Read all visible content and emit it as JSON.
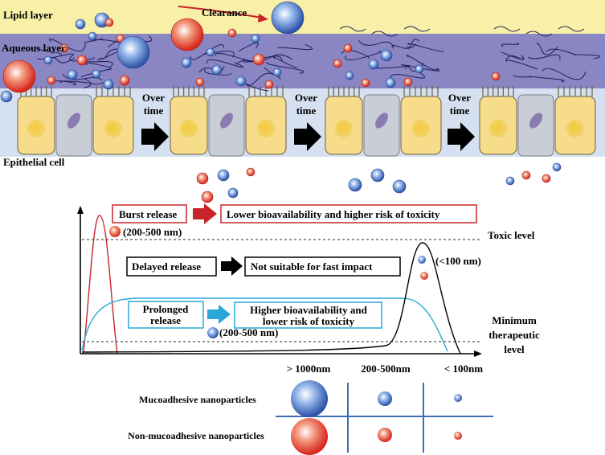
{
  "top": {
    "layers": {
      "lipid": "Lipid layer",
      "aqueous": "Aqueous layer",
      "epithelial": "Epithelial cell"
    },
    "clearance": "Clearance",
    "over_time": [
      "Over",
      "time"
    ]
  },
  "graph": {
    "burst": {
      "label": "Burst release",
      "effect": "Lower bioavailability and higher risk of toxicity",
      "size": "(200-500 nm)"
    },
    "delayed": {
      "label": "Delayed release",
      "effect": "Not suitable for fast impact",
      "size": "(<100 nm)"
    },
    "prolonged": {
      "label_lines": [
        "Prolonged",
        "release"
      ],
      "effect_lines": [
        "Higher bioavailability and",
        "lower risk of toxicity"
      ],
      "size": "(200-500 nm)"
    },
    "toxic_level": "Toxic level",
    "min_level_lines": [
      "Minimum",
      "therapeutic",
      "level"
    ]
  },
  "table": {
    "columns": [
      "> 1000nm",
      "200-500nm",
      "< 100nm"
    ],
    "rows": [
      "Mucoadhesive nanoparticles",
      "Non-mucoadhesive nanoparticles"
    ]
  },
  "colors": {
    "lipid": "#f7f0a6",
    "aqueous": "#8a86c4",
    "epithelial_bg": "#d5e0f0",
    "cell": "#f7dc8c",
    "mucoadhesive": "#3f6fc0",
    "non_mucoadhesive": "#e03a2e",
    "burst": "#c8242a",
    "prolonged": "#29a8d8",
    "delayed": "#000000"
  }
}
